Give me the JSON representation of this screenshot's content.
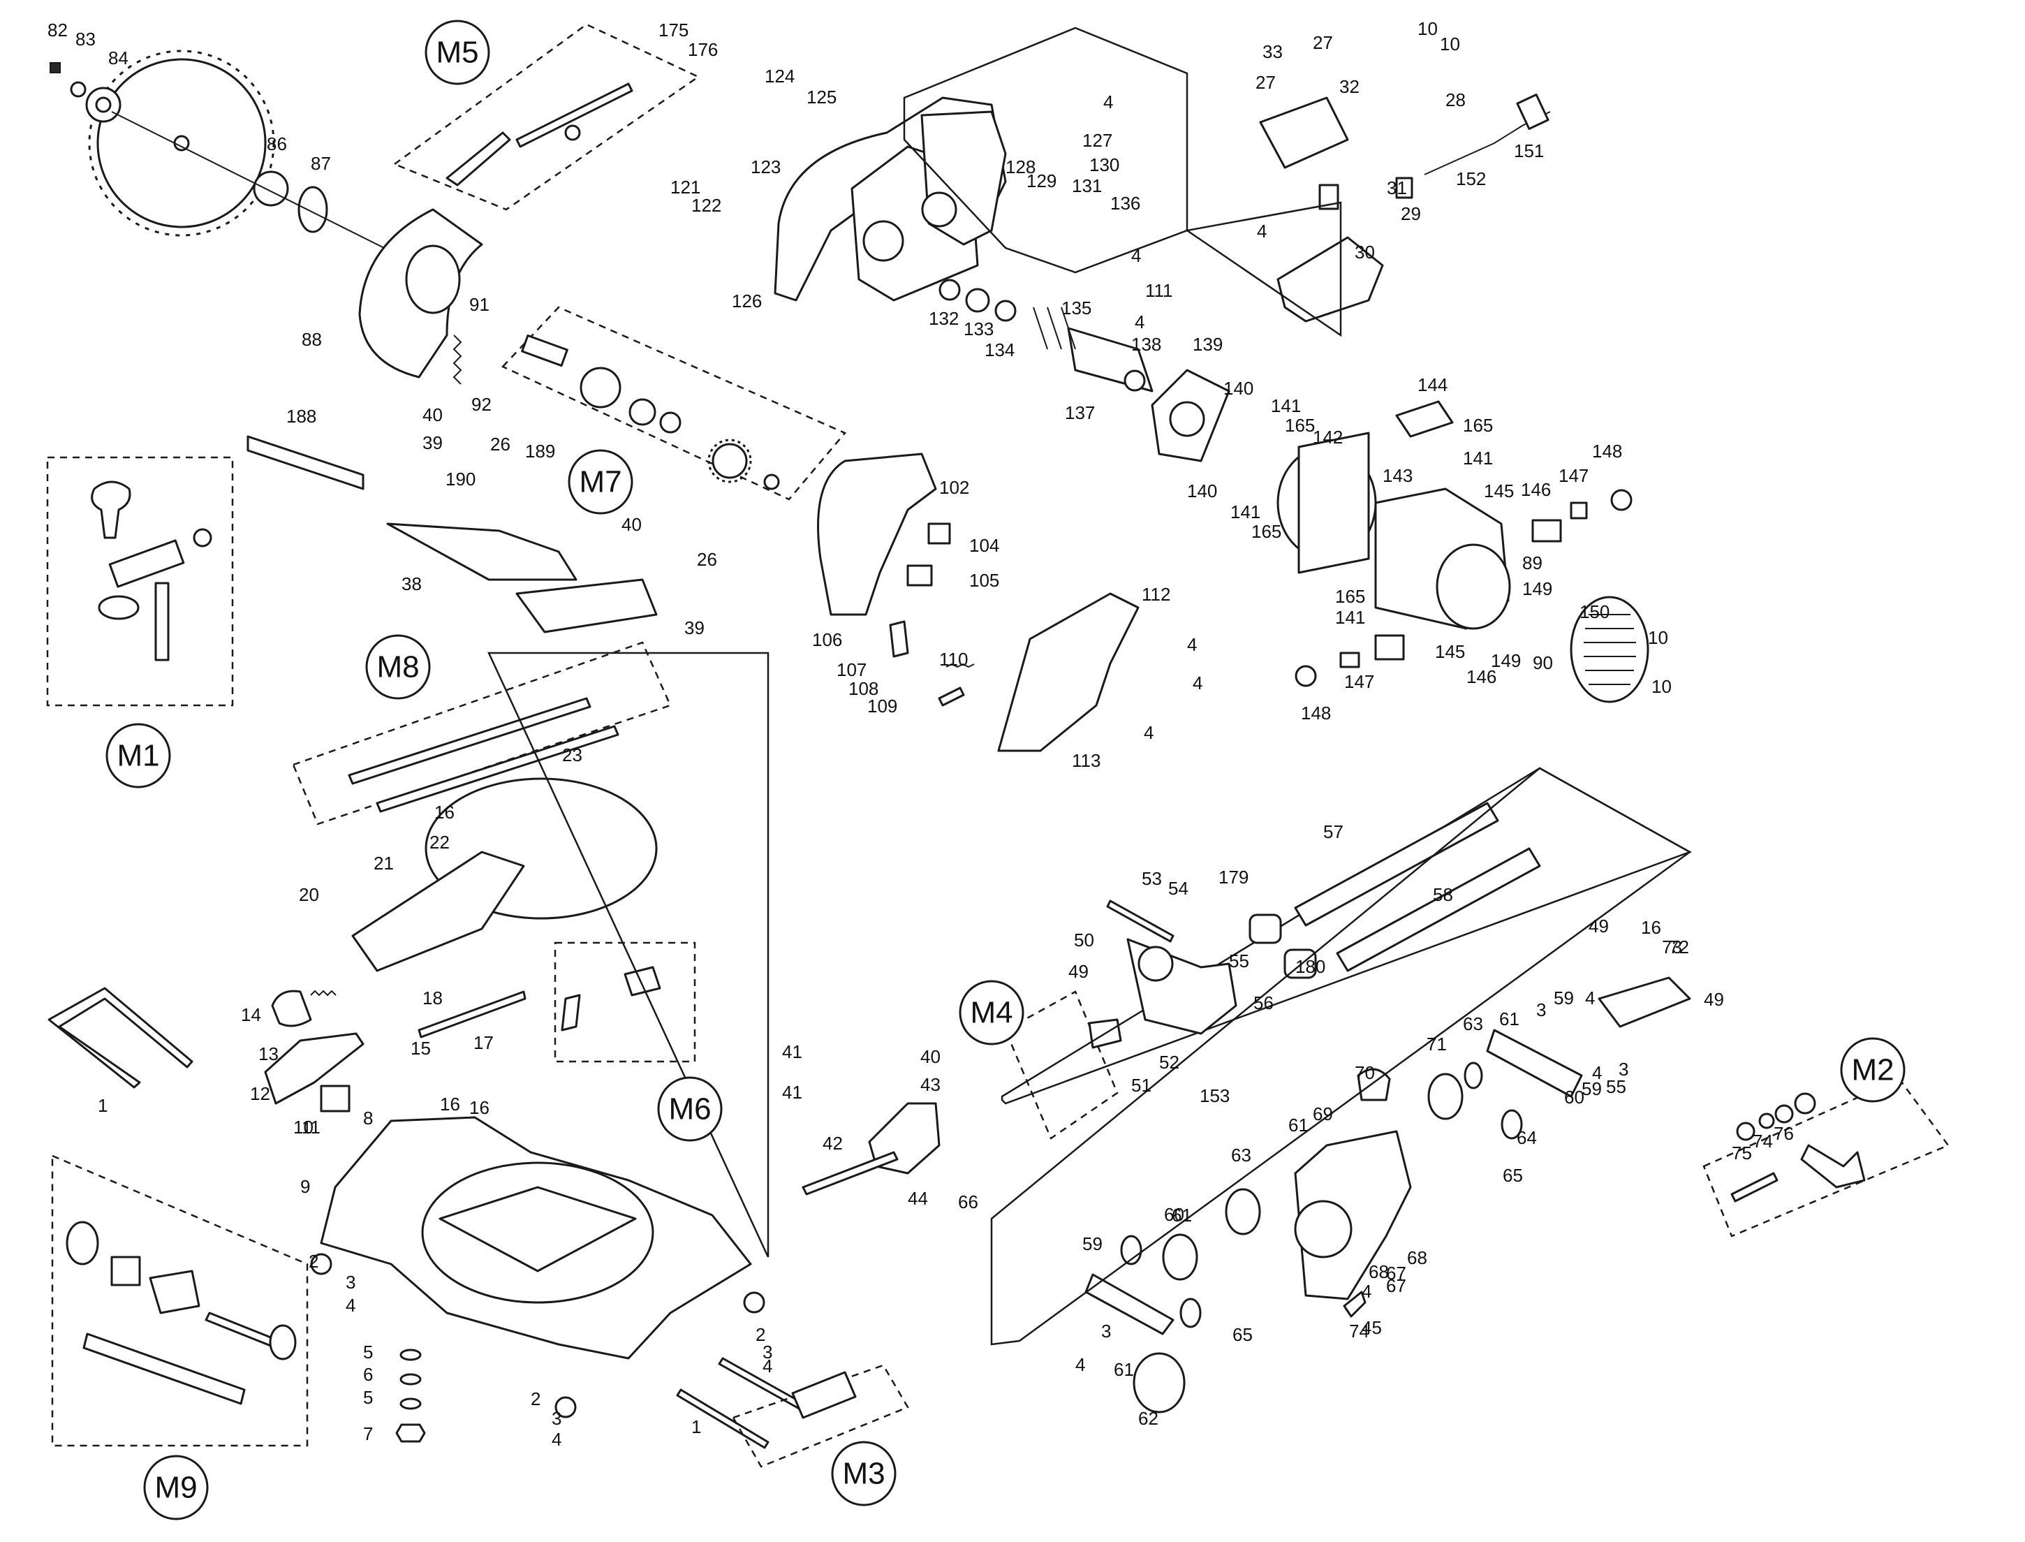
{
  "diagram": {
    "modules": [
      "M1",
      "M2",
      "M3",
      "M4",
      "M5",
      "M6",
      "M7",
      "M8",
      "M9"
    ],
    "part_numbers": [
      "82",
      "83",
      "84",
      "86",
      "87",
      "88",
      "91",
      "92",
      "188",
      "40",
      "39",
      "26",
      "189",
      "190",
      "38",
      "40",
      "26",
      "39",
      "175",
      "176",
      "124",
      "125",
      "123",
      "121",
      "122",
      "126",
      "127",
      "4",
      "128",
      "129",
      "130",
      "131",
      "136",
      "4",
      "111",
      "4",
      "135",
      "132",
      "133",
      "134",
      "137",
      "138",
      "139",
      "140",
      "141",
      "165",
      "140",
      "141",
      "165",
      "142",
      "144",
      "165",
      "141",
      "145",
      "146",
      "147",
      "148",
      "143",
      "102",
      "104",
      "105",
      "106",
      "107",
      "108",
      "109",
      "110",
      "112",
      "4",
      "4",
      "4",
      "113",
      "89",
      "149",
      "150",
      "10",
      "10",
      "165",
      "141",
      "145",
      "146",
      "147",
      "148",
      "149",
      "90",
      "33",
      "27",
      "32",
      "27",
      "31",
      "29",
      "30",
      "4",
      "10",
      "10",
      "28",
      "151",
      "152",
      "23",
      "16",
      "22",
      "21",
      "20",
      "14",
      "13",
      "12",
      "11",
      "10",
      "18",
      "15",
      "17",
      "16",
      "16",
      "1",
      "9",
      "8",
      "2",
      "3",
      "4",
      "5",
      "6",
      "5",
      "7",
      "2",
      "3",
      "4",
      "2",
      "3",
      "4",
      "1",
      "41",
      "41",
      "42",
      "44",
      "40",
      "43",
      "66",
      "57",
      "58",
      "179",
      "180",
      "53",
      "54",
      "50",
      "49",
      "55",
      "56",
      "51",
      "52",
      "153",
      "49",
      "16",
      "73",
      "72",
      "49",
      "3",
      "59",
      "4",
      "59",
      "4",
      "55",
      "3",
      "60",
      "61",
      "63",
      "71",
      "70",
      "69",
      "61",
      "65",
      "64",
      "63",
      "61",
      "60",
      "59",
      "4",
      "3",
      "61",
      "62",
      "65",
      "68",
      "68",
      "67",
      "67",
      "4",
      "45",
      "74",
      "75",
      "74",
      "76"
    ]
  }
}
